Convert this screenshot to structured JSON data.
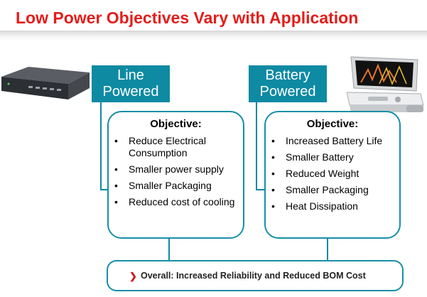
{
  "slide": {
    "title": "Low Power Objectives Vary with Application"
  },
  "left": {
    "header_line1": "Line",
    "header_line2": "Powered",
    "objective_title": "Objective:",
    "items": [
      "Reduce Electrical Consumption",
      "Smaller power supply",
      "Smaller Packaging",
      "Reduced cost of cooling"
    ]
  },
  "right": {
    "header_line1": "Battery",
    "header_line2": "Powered",
    "objective_title": "Objective:",
    "items": [
      "Increased Battery Life",
      "Smaller Battery",
      "Reduced Weight",
      "Smaller Packaging",
      "Heat Dissipation"
    ]
  },
  "overall": {
    "text": "Overall: Increased Reliability and Reduced BOM Cost"
  },
  "bullet_char": "•",
  "icons": {
    "overall_marker": "chevron-right-icon",
    "left_device": "network-appliance-icon",
    "right_device": "portable-ultrasound-icon"
  },
  "colors": {
    "title": "#e31d1a",
    "accent": "#0e8aa3",
    "box_border": "#168fa7",
    "marker": "#c8201d"
  }
}
